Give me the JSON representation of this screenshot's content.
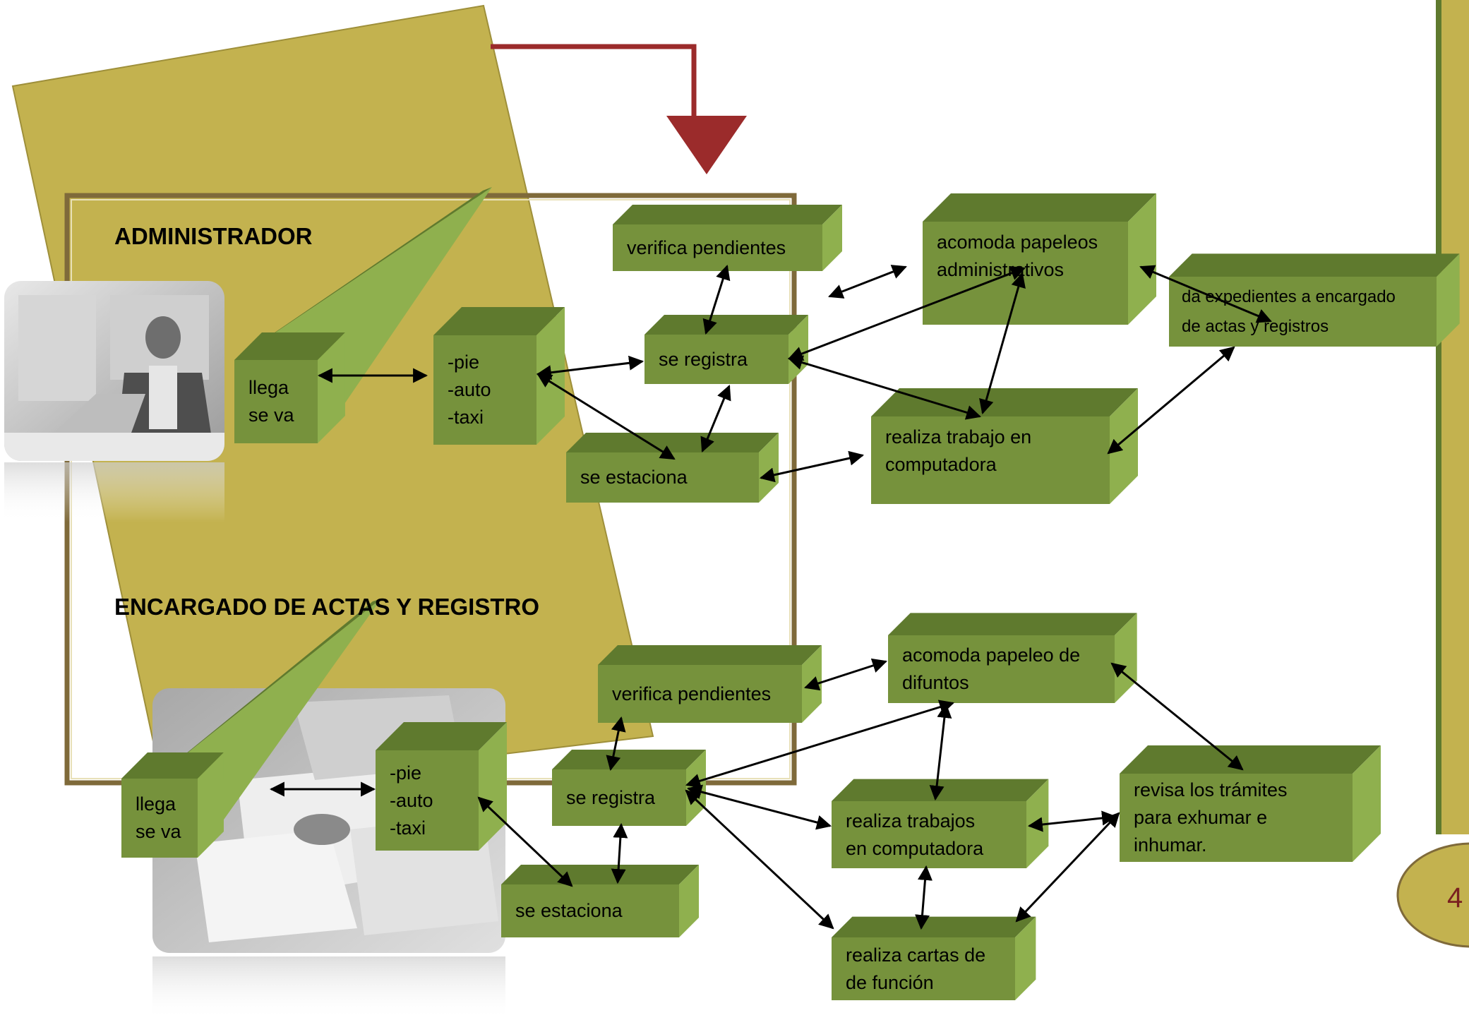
{
  "colors": {
    "box_face": "#76923c",
    "box_top": "#5f7a2e",
    "box_side": "#8fb04e",
    "folder": "#c3b24f",
    "frame": "#7f6a3a",
    "red_arrow": "#9b2b2b",
    "sidebar": "#c3b24f"
  },
  "sections": [
    {
      "heading": "ADMINISTRADOR",
      "icon": "businessman-laptop-photo",
      "nodes": {
        "arrival": [
          "llega",
          "se va"
        ],
        "transport": [
          "-pie",
          "-auto",
          "-taxi"
        ],
        "check_pending": [
          "verifica pendientes"
        ],
        "register": [
          "se registra"
        ],
        "park": [
          "se estaciona"
        ],
        "arrange_papers": [
          "acomoda papeleos",
          "administrativos"
        ],
        "computer_work": [
          "realiza trabajo en",
          "computadora"
        ],
        "hand_files": [
          "da expedientes a encargado",
          "de actas y registros"
        ]
      }
    },
    {
      "heading": "ENCARGADO DE ACTAS Y REGISTRO",
      "icon": "paperwork-desk-photo",
      "nodes": {
        "arrival": [
          "llega",
          "se va"
        ],
        "transport": [
          "-pie",
          "-auto",
          "-taxi"
        ],
        "check_pending": [
          "verifica pendientes"
        ],
        "register": [
          "se registra"
        ],
        "park": [
          "se estaciona"
        ],
        "arrange_papers": [
          "acomoda papeleo de",
          "difuntos"
        ],
        "computer_work": [
          "realiza trabajos",
          "en computadora"
        ],
        "review_procedures": [
          "revisa los trámites",
          "para exhumar e",
          "inhumar."
        ],
        "letters": [
          "realiza cartas de",
          "de función"
        ]
      }
    }
  ],
  "page_number": "4"
}
